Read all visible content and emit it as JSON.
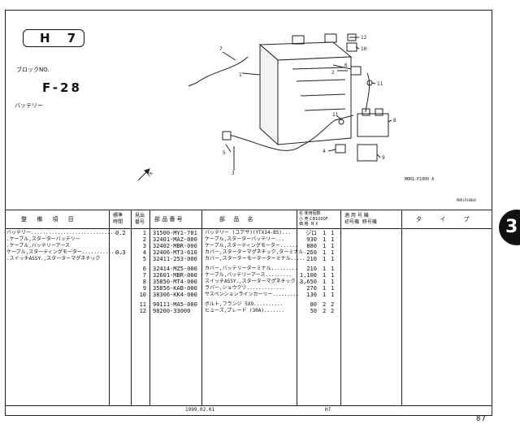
{
  "header": {
    "section_code": "H 7",
    "block_label": "ブロックNO.",
    "block_no": "F-28",
    "title": "バッテリー"
  },
  "diagram": {
    "callouts": [
      "1",
      "2",
      "3",
      "4",
      "5",
      "6",
      "7",
      "8",
      "9",
      "10",
      "11",
      "12",
      "11"
    ],
    "direction_mark": "FR",
    "code_main": "MBR1-P2800 A",
    "code_small": "MBR1P2800A"
  },
  "table": {
    "header": {
      "col1": "整 備 項 目",
      "col2": "標準\n時間",
      "col3": "見出\n番号",
      "col4": "部 品 番 号",
      "col5": "部 品 名",
      "col6": "名 使用個数\n小 売 CB1000F\n価 格  N X",
      "col7": "適 用 号 機\n初号機  終号機",
      "col8": "タ イ プ"
    },
    "service_items": [
      {
        "label": "バッテリー.............................",
        "time": "0.2"
      },
      {
        "label": ".ケーブル,スターターバッテリー",
        "time": ""
      },
      {
        "label": ".ケーブル,バッテリーアース",
        "time": ""
      },
      {
        "label": "ケーブル,スターティングモーター..............",
        "time": "0.3"
      },
      {
        "label": ".スイッチASSY.,スターターマグ゚ネチック",
        "time": ""
      }
    ],
    "rows": [
      {
        "ref": "1",
        "part_no": "31500-MY1-701",
        "name": "バッテリー (ユアサ)(YTX14-BS)...",
        "price": "シ゚ロ",
        "n": "1",
        "x": "1"
      },
      {
        "ref": "2",
        "part_no": "32401-MAZ-000",
        "name": "ケーブル,スターターバッテリー...",
        "price": "930",
        "n": "1",
        "x": "1"
      },
      {
        "ref": "3",
        "part_no": "32402-MBR-000",
        "name": "ケーブル,スターティングモーター......",
        "price": "880",
        "n": "1",
        "x": "1"
      },
      {
        "ref": "4",
        "part_no": "32406-MT3-610",
        "name": "カバー,スターターマグ゚ネチック,ターミナル...",
        "price": "250",
        "n": "1",
        "x": "1"
      },
      {
        "ref": "5",
        "part_no": "32411-253-000",
        "name": "カバー,スターターモーターターミナル.....",
        "price": "210",
        "n": "1",
        "x": "1"
      },
      {
        "ref": "6",
        "part_no": "32414-MZ5-000",
        "name": "カバー,バッテリーターミナル.........",
        "price": "210",
        "n": "1",
        "x": "1"
      },
      {
        "ref": "7",
        "part_no": "32601-MBR-000",
        "name": "ケーブル,バッテリーアース.........",
        "price": "1,100",
        "n": "1",
        "x": "1"
      },
      {
        "ref": "8",
        "part_no": "35850-MT4-000",
        "name": "スイッチASSY.,スターターマグ゚ネチック....",
        "price": "3,650",
        "n": "1",
        "x": "1"
      },
      {
        "ref": "9",
        "part_no": "35856-KAB-000",
        "name": "ラバー,ショウクツ.............",
        "price": "270",
        "n": "1",
        "x": "1"
      },
      {
        "ref": "10",
        "part_no": "38306-KK4-000",
        "name": "サスペンションラインカーリー.........",
        "price": "130",
        "n": "1",
        "x": "1"
      },
      {
        "ref": "11",
        "part_no": "90111-MA5-000",
        "name": "ボルト,フランジ 5X9..........",
        "price": "80",
        "n": "2",
        "x": "2"
      },
      {
        "ref": "12",
        "part_no": "98200-33000",
        "name": "ヒューズ,プレート゚ (30A).......",
        "price": "50",
        "n": "2",
        "x": "2"
      }
    ]
  },
  "footer": {
    "date": "1999.02.01",
    "code": "H7",
    "page_no": "87"
  },
  "side_tab": "3"
}
